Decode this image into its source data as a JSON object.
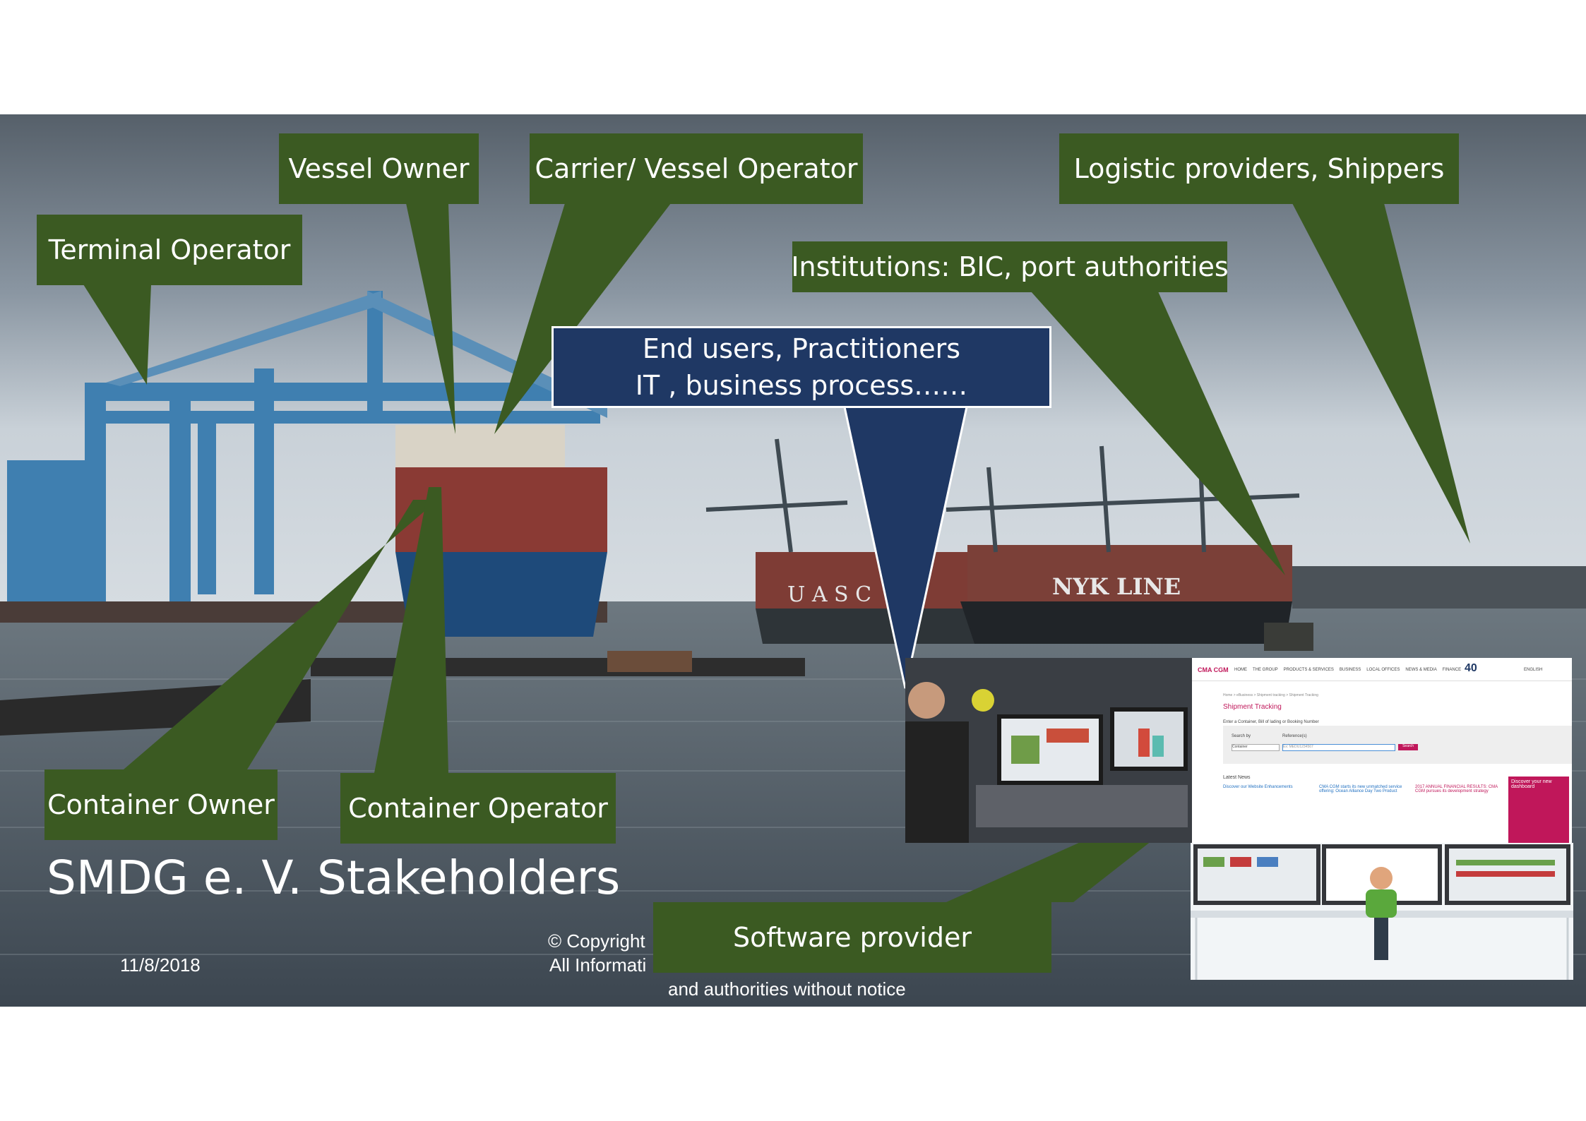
{
  "slide": {
    "title": "SMDG e. V.  Stakeholders",
    "date": "11/8/2018",
    "copyright_line1": "© Copyright",
    "copyright_line2": "All Informati",
    "copyright_line3": "and authorities  without notice"
  },
  "callouts": {
    "terminal_operator": "Terminal Operator",
    "vessel_owner": "Vessel Owner",
    "carrier_vessel_operator": "Carrier/ Vessel Operator",
    "logistic_providers": "Logistic providers, Shippers",
    "institutions": "Institutions: BIC, port authorities",
    "end_users_line1": "End users, Practitioners",
    "end_users_line2": "IT , business process……",
    "container_owner": "Container Owner",
    "container_operator": "Container Operator",
    "software_provider": "Software provider"
  },
  "photo": {
    "ship_label_1": "U A S C",
    "ship_label_2": "NYK LINE"
  },
  "website": {
    "logo": "CMA CGM",
    "nav": [
      "HOME",
      "THE GROUP",
      "PRODUCTS & SERVICES",
      "BUSINESS",
      "LOCAL OFFICES",
      "NEWS & MEDIA",
      "FINANCE"
    ],
    "anniversary": "40",
    "language": "ENGLISH",
    "breadcrumb": "Home > eBusiness > Shipment tracking > Shipment Tracking",
    "page_title": "Shipment Tracking",
    "instruction": "Enter a Container, Bill of lading or Booking Number",
    "search_by_label": "Search by",
    "search_by_value": "Container",
    "reference_label": "Reference(s)",
    "reference_placeholder": "Ex: MEDU1234567",
    "search_button": "Search",
    "latest_news": "Latest News",
    "news_1": "Discover our Website Enhancements",
    "news_2": "CMA CGM starts its new unmatched service offering: Ocean Alliance Day Two Product",
    "news_3": "2017 ANNUAL FINANCIAL RESULTS: CMA CGM pursues its development strategy",
    "promo": "Discover your new dashboard"
  },
  "colors": {
    "callout_green": "#3b5a22",
    "callout_blue": "#1f3864",
    "website_accent": "#c0175a"
  }
}
